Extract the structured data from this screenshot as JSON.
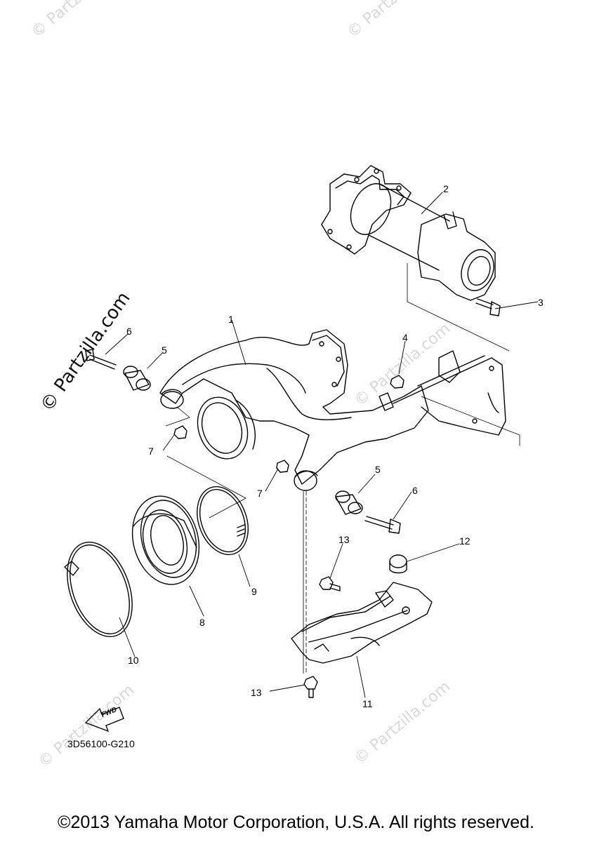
{
  "watermarks": {
    "text": "© Partzilla.com",
    "main": "© Partzilla.com"
  },
  "callouts": [
    "1",
    "2",
    "3",
    "4",
    "5",
    "5",
    "6",
    "6",
    "7",
    "7",
    "8",
    "9",
    "10",
    "11",
    "12",
    "13",
    "13"
  ],
  "fwd_label": "FWD",
  "part_code": "3D56100-G210",
  "copyright": "©2013 Yamaha Motor Corporation, U.S.A. All rights reserved."
}
